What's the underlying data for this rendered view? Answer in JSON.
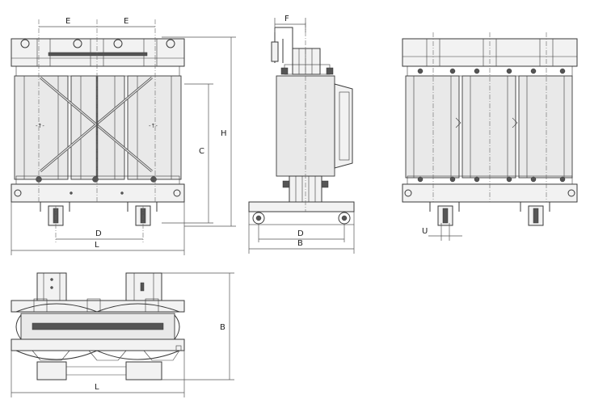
{
  "dimension_labels": {
    "E": "E",
    "F": "F",
    "H": "H",
    "C": "C",
    "D": "D",
    "L": "L",
    "B": "B",
    "U": "U"
  }
}
